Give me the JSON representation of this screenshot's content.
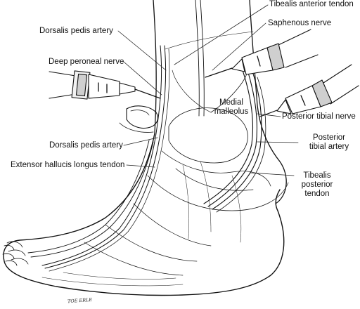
{
  "diagram": {
    "labels": {
      "tibealis_anterior_tendon": "Tibealis anterior tendon",
      "saphenous_nerve": "Saphenous nerve",
      "dorsalis_pedis_artery_top": "Dorsalis pedis artery",
      "deep_peroneal_nerve": "Deep peroneal nerve",
      "medial_malleolus_line1": "Medial",
      "medial_malleolus_line2": "malleolus",
      "posterior_tibial_nerve": "Posterior tibial nerve",
      "posterior_tibial_artery_line1": "Posterior",
      "posterior_tibial_artery_line2": "tibial artery",
      "dorsalis_pedis_artery_bottom": "Dorsalis pedis artery",
      "extensor_hallucis_longus_tendon": "Extensor hallucis longus tendon",
      "tibealis_posterior_line1": "Tibealis",
      "tibealis_posterior_line2": "posterior",
      "tibealis_posterior_line3": "tendon"
    },
    "signature": "TOE ERLE"
  }
}
